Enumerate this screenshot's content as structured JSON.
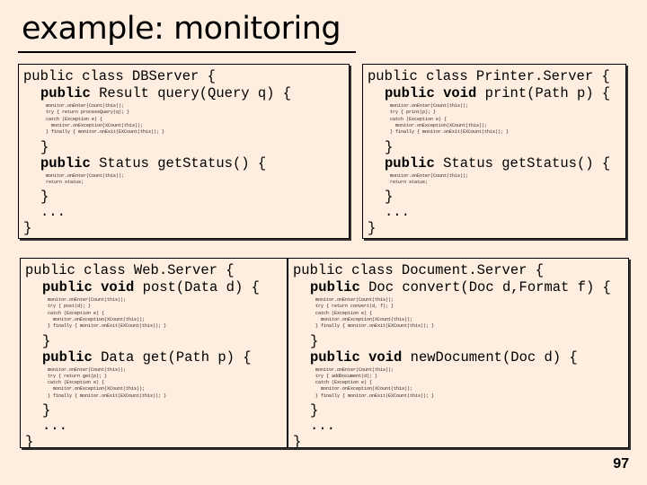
{
  "slide": {
    "title": "example: monitoring",
    "page_number": "97"
  },
  "boxes": [
    {
      "name": "db-server",
      "class_line": "public class DBServer {",
      "method1": "public Result query(Query q) {",
      "method1_body": [
        "monitor.onEnter(Count(this));",
        "try { return processQuery(q); }",
        "catch (Exception e) {",
        "  monitor.onException(XCount(this));",
        "} finally { monitor.onExit(EXCount(this)); }"
      ],
      "close1": "}",
      "method2": "public Status getStatus() {",
      "method2_body": [
        "monitor.onEnter(Count(this));",
        "return status;"
      ],
      "close2": "}",
      "ellipsis": "...",
      "close_class": "}"
    },
    {
      "name": "printer-server",
      "class_line": "public class Printer.Server {",
      "method1": "public void print(Path p) {",
      "method1_body": [
        "monitor.onEnter(Count(this));",
        "try { print(p); }",
        "catch (Exception e) {",
        "  monitor.onException(XCount(this));",
        "} finally { monitor.onExit(EXCount(this)); }"
      ],
      "close1": "}",
      "method2": "public Status getStatus() {",
      "method2_body": [
        "monitor.onEnter(Count(this));",
        "return status;"
      ],
      "close2": "}",
      "ellipsis": "...",
      "close_class": "}"
    },
    {
      "name": "web-server",
      "class_line": "public class Web.Server {",
      "method1": "public void post(Data d) {",
      "method1_body": [
        "monitor.onEnter(Count(this));",
        "try { post(d); }",
        "catch (Exception e) {",
        "  monitor.onException(XCount(this));",
        "} finally { monitor.onExit(EXCount(this)); }"
      ],
      "close1": "}",
      "method2": "public Data get(Path p) {",
      "method2_body": [
        "monitor.onEnter(Count(this));",
        "try { return get(p); }",
        "catch (Exception e) {",
        "  monitor.onException(XCount(this));",
        "} finally { monitor.onExit(EXCount(this)); }"
      ],
      "close2": "}",
      "ellipsis": "...",
      "close_class": "}"
    },
    {
      "name": "document-server",
      "class_line": "public class Document.Server {",
      "method1": "public Doc convert(Doc d,Format f) {",
      "method1_body": [
        "monitor.onEnter(Count(this));",
        "try { return convert(d, f); }",
        "catch (Exception e) {",
        "  monitor.onException(XCount(this));",
        "} finally { monitor.onExit(EXCount(this)); }"
      ],
      "close1": "}",
      "method2": "public void newDocument(Doc d) {",
      "method2_body": [
        "monitor.onEnter(Count(this));",
        "try { addDocument(d); }",
        "catch (Exception e) {",
        "  monitor.onException(XCount(this));",
        "} finally { monitor.onExit(EXCount(this)); }"
      ],
      "close2": "}",
      "ellipsis": "...",
      "close_class": "}"
    }
  ]
}
